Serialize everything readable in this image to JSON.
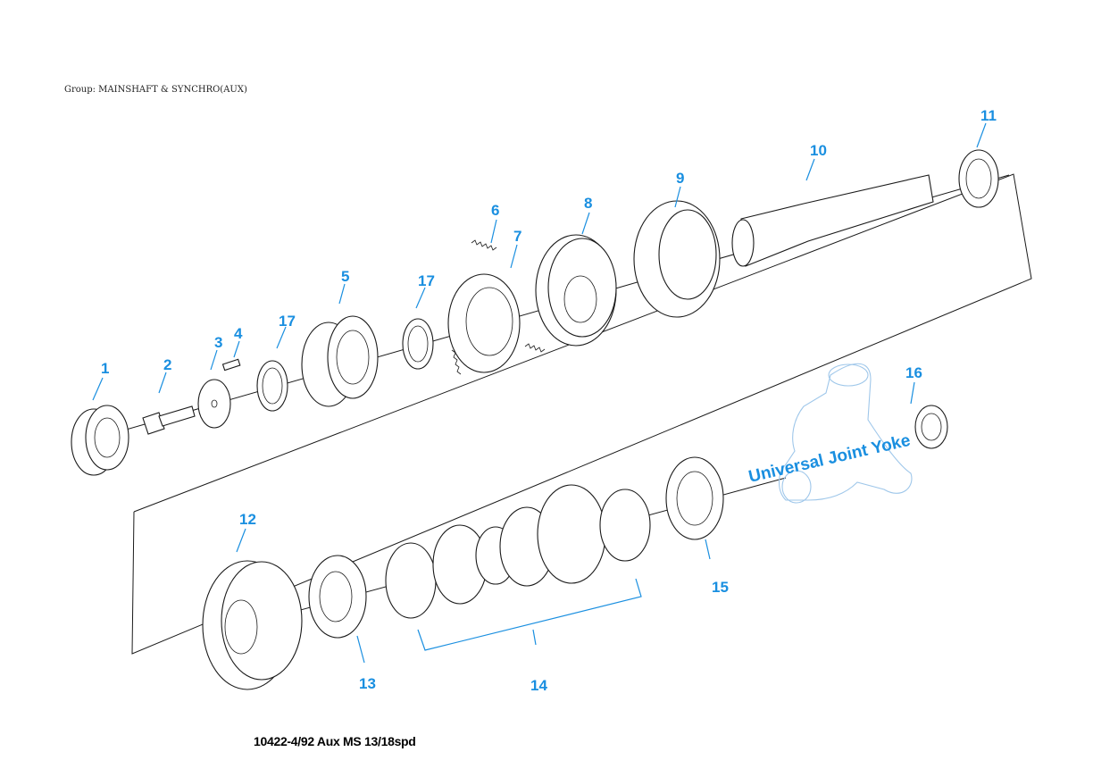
{
  "header": {
    "group_label": "Group: MAINSHAFT & SYNCHRO(AUX)"
  },
  "footer": {
    "caption": "10422-4/92 Aux MS 13/18spd"
  },
  "diagram": {
    "ghost_label": "Universal Joint Yoke",
    "callouts": [
      "1",
      "2",
      "3",
      "4",
      "5",
      "6",
      "7",
      "8",
      "9",
      "10",
      "11",
      "12",
      "13",
      "14",
      "15",
      "16",
      "17",
      "17"
    ],
    "colors": {
      "callout": "#1a8fe0",
      "ghost": "#9fc7ea",
      "line": "#1a1a1a"
    }
  }
}
